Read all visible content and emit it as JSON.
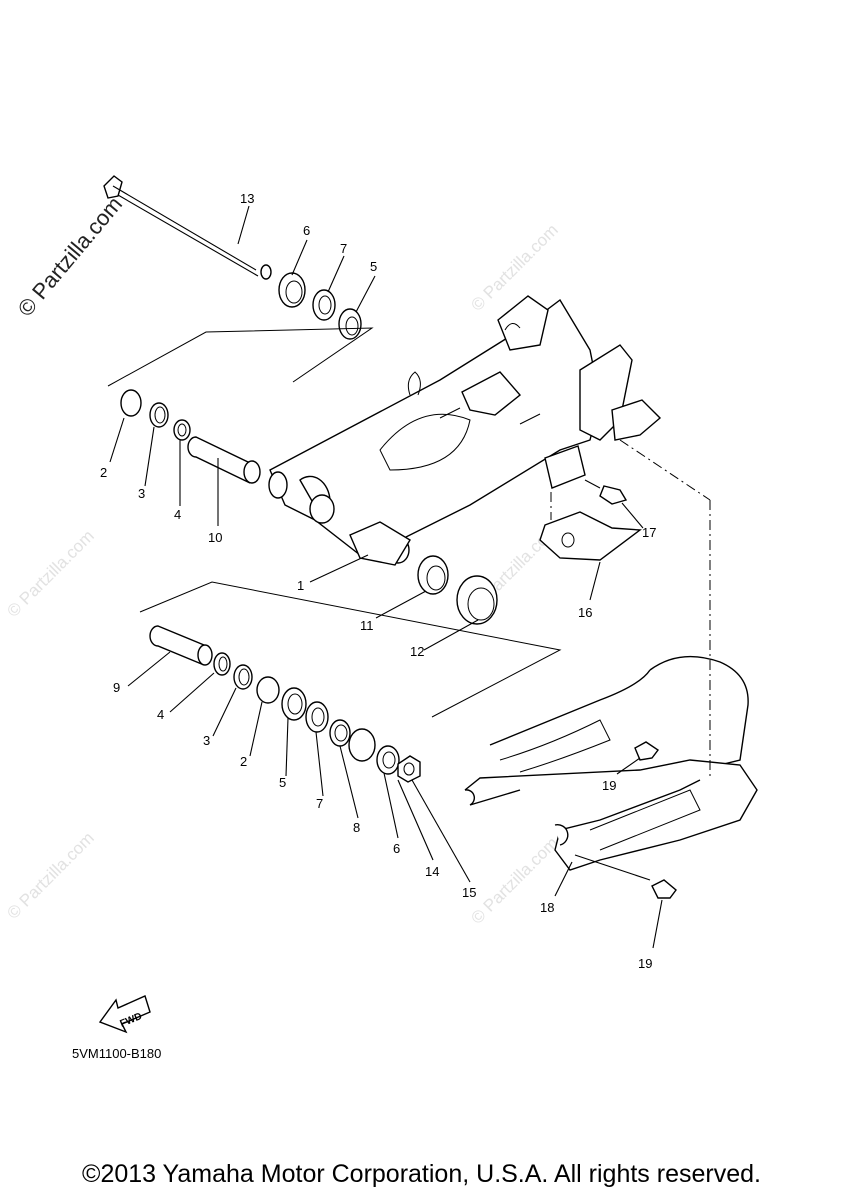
{
  "watermark": "© Partzilla.com",
  "diagram_code": "5VM1100-B180",
  "fwd_label": "FWD",
  "copyright": "©2013 Yamaha Motor Corporation, U.S.A. All rights reserved.",
  "callouts": [
    {
      "id": "c13",
      "text": "13"
    },
    {
      "id": "c6a",
      "text": "6"
    },
    {
      "id": "c7a",
      "text": "7"
    },
    {
      "id": "c5a",
      "text": "5"
    },
    {
      "id": "c2a",
      "text": "2"
    },
    {
      "id": "c3a",
      "text": "3"
    },
    {
      "id": "c4a",
      "text": "4"
    },
    {
      "id": "c10",
      "text": "10"
    },
    {
      "id": "c1",
      "text": "1"
    },
    {
      "id": "c11",
      "text": "11"
    },
    {
      "id": "c12",
      "text": "12"
    },
    {
      "id": "c16",
      "text": "16"
    },
    {
      "id": "c17",
      "text": "17"
    },
    {
      "id": "c9",
      "text": "9"
    },
    {
      "id": "c4b",
      "text": "4"
    },
    {
      "id": "c3b",
      "text": "3"
    },
    {
      "id": "c2b",
      "text": "2"
    },
    {
      "id": "c5b",
      "text": "5"
    },
    {
      "id": "c7b",
      "text": "7"
    },
    {
      "id": "c8",
      "text": "8"
    },
    {
      "id": "c6b",
      "text": "6"
    },
    {
      "id": "c14",
      "text": "14"
    },
    {
      "id": "c15",
      "text": "15"
    },
    {
      "id": "c19a",
      "text": "19"
    },
    {
      "id": "c18",
      "text": "18"
    },
    {
      "id": "c19b",
      "text": "19"
    }
  ]
}
